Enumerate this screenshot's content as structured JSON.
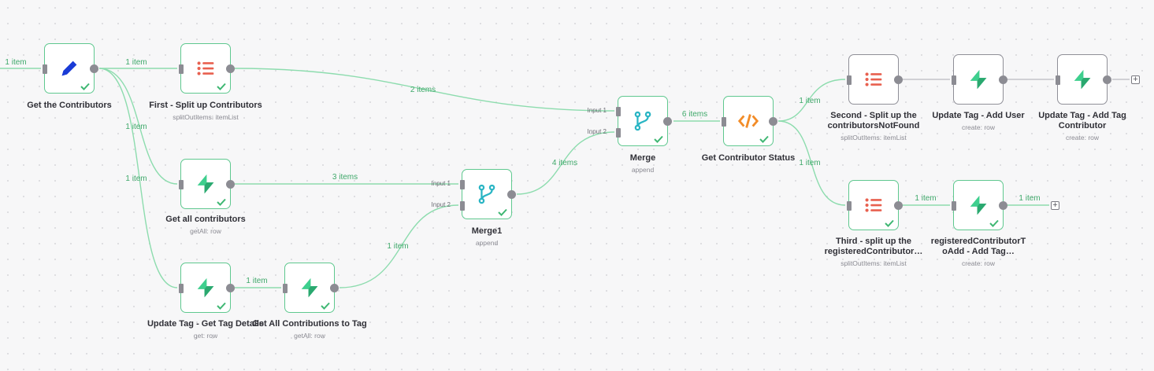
{
  "colors": {
    "success": "#5fc88f",
    "edge_done": "#8ddcae",
    "edge_idle": "#c4c4c9",
    "edge_label": "#3fa86a",
    "icon_blue": "#1a3bd6",
    "icon_red": "#e8604f",
    "icon_green": "#3ecf8e",
    "icon_teal": "#2ab5c4",
    "icon_orange": "#f28c28"
  },
  "nodes": {
    "get_contributors": {
      "title": "Get the Contributors",
      "subtitle": "",
      "icon": "pencil-icon"
    },
    "first_split": {
      "title": "First - Split up Contributors",
      "subtitle": "splitOutItems: itemList",
      "icon": "list-icon"
    },
    "get_all_contributors": {
      "title": "Get all contributors",
      "subtitle": "getAll: row",
      "icon": "supabase-icon"
    },
    "update_tag_get": {
      "title": "Update Tag - Get Tag Details",
      "subtitle": "get: row",
      "icon": "supabase-icon"
    },
    "get_all_contributions": {
      "title": "Get All Contributions to Tag",
      "subtitle": "getAll: row",
      "icon": "supabase-icon"
    },
    "merge1": {
      "title": "Merge1",
      "subtitle": "append",
      "icon": "merge-icon"
    },
    "merge": {
      "title": "Merge",
      "subtitle": "append",
      "icon": "merge-icon"
    },
    "get_contributor_status": {
      "title": "Get Contributor Status",
      "subtitle": "",
      "icon": "code-icon"
    },
    "second_split": {
      "title": "Second - Split up the contributorsNotFound",
      "subtitle": "splitOutItems: itemList",
      "icon": "list-icon"
    },
    "update_tag_add_user": {
      "title": "Update Tag - Add User",
      "subtitle": "create: row",
      "icon": "supabase-icon"
    },
    "update_tag_add_contributor": {
      "title": "Update Tag - Add Tag Contributor",
      "subtitle": "create: row",
      "icon": "supabase-icon"
    },
    "third_split": {
      "title": "Third - split up the registeredContributor…",
      "subtitle": "splitOutItems: itemList",
      "icon": "list-icon"
    },
    "registered_add": {
      "title": "registeredContributorT oAdd - Add Tag…",
      "subtitle": "create: row",
      "icon": "supabase-icon"
    }
  },
  "edge_labels": {
    "incoming": "1 item",
    "gc_first": "1 item",
    "gc_getall": "1 item",
    "gc_update": "1 item",
    "first_merge": "2 items",
    "getall_merge1": "3 items",
    "update_contrib": "1 item",
    "contrib_merge1": "1 item",
    "merge1_merge": "4 items",
    "merge_status": "6 items",
    "status_second": "1 item",
    "status_third": "1 item",
    "third_registered": "1 item",
    "registered_out": "1 item"
  },
  "input_labels": {
    "input1": "Input 1",
    "input2": "Input 2"
  },
  "plus_label": "+"
}
